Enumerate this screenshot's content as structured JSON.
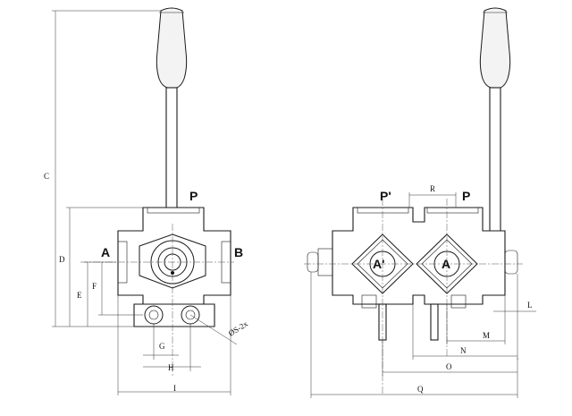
{
  "ports": {
    "left": {
      "P": "P",
      "A": "A",
      "B": "B"
    },
    "right": {
      "P_prime": "P'",
      "P": "P",
      "A_prime": "A'",
      "A": "A"
    }
  },
  "dimensions": {
    "C": "C",
    "D": "D",
    "E": "E",
    "F": "F",
    "G": "G",
    "H": "H",
    "I": "I",
    "S": "ØS-2x",
    "R": "R",
    "L": "L",
    "M": "M",
    "N": "N",
    "O": "O",
    "Q": "Q"
  }
}
